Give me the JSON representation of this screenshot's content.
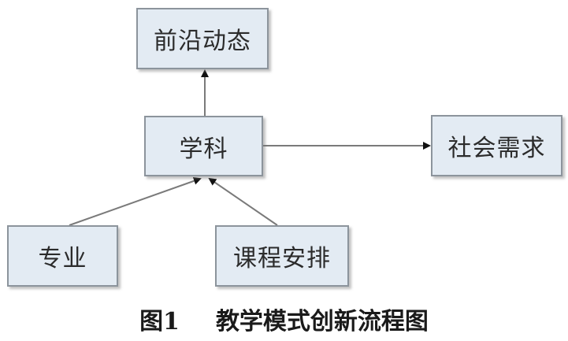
{
  "nodes": {
    "frontier": "前沿动态",
    "discipline": "学科",
    "social_demand": "社会需求",
    "major": "专业",
    "course": "课程安排"
  },
  "caption": {
    "number": "图1",
    "title": "教学模式创新流程图"
  },
  "colors": {
    "box_fill": "#e3ebf3",
    "box_border": "#8c949c",
    "arrow": "#7a7a7a"
  }
}
